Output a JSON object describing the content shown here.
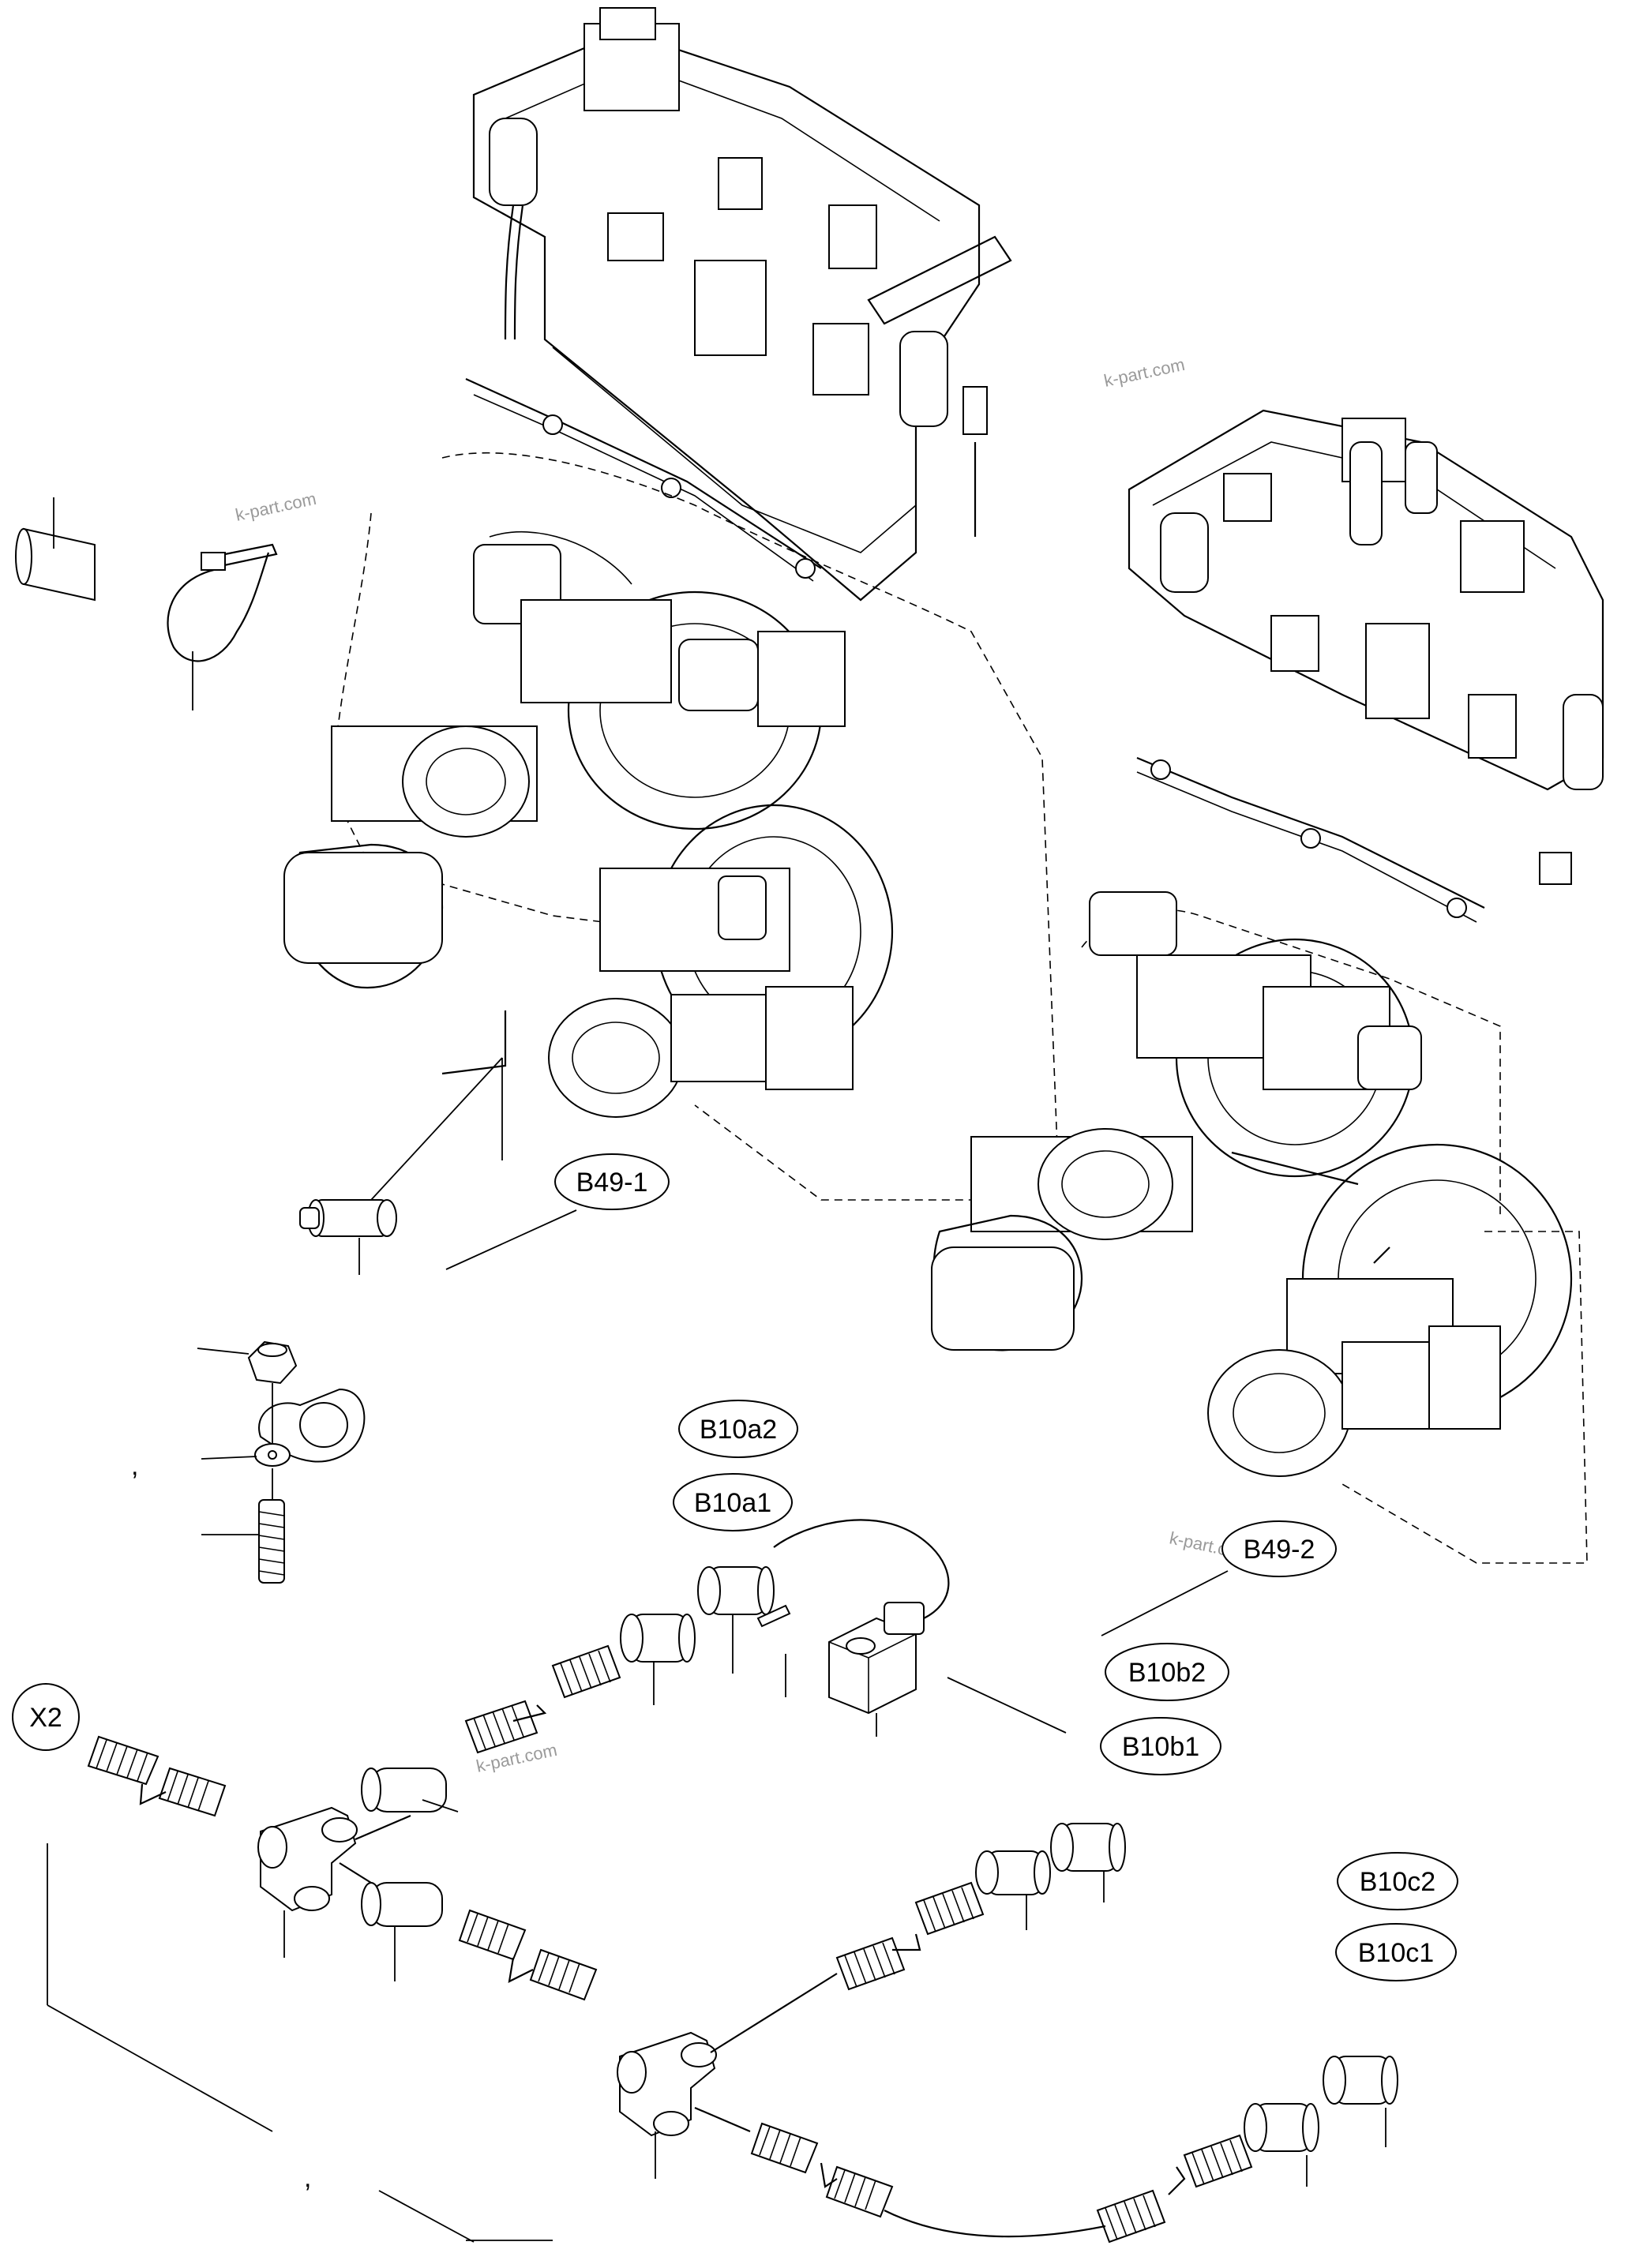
{
  "watermark": {
    "text": "k-part.com"
  },
  "callouts": {
    "b49_1": "B49-1",
    "b49_2": "B49-2",
    "b10a2": "B10a2",
    "b10a1": "B10a1",
    "b10b2": "B10b2",
    "b10b1": "B10b1",
    "b10c2": "B10c2",
    "b10c1": "B10c1",
    "x2": "X2"
  },
  "marks": {
    "comma": ","
  },
  "parts": [
    "transmission-left-icon",
    "transmission-right-icon",
    "cable-tie-icon",
    "sleeve-icon",
    "temperature-sensor-icon",
    "nut-icon",
    "p-clamp-icon",
    "stud-icon",
    "solenoid-connector-icon",
    "pin-icon",
    "tee-fitting-icon",
    "corrugated-conduit-icon",
    "connector-housing-icon"
  ]
}
